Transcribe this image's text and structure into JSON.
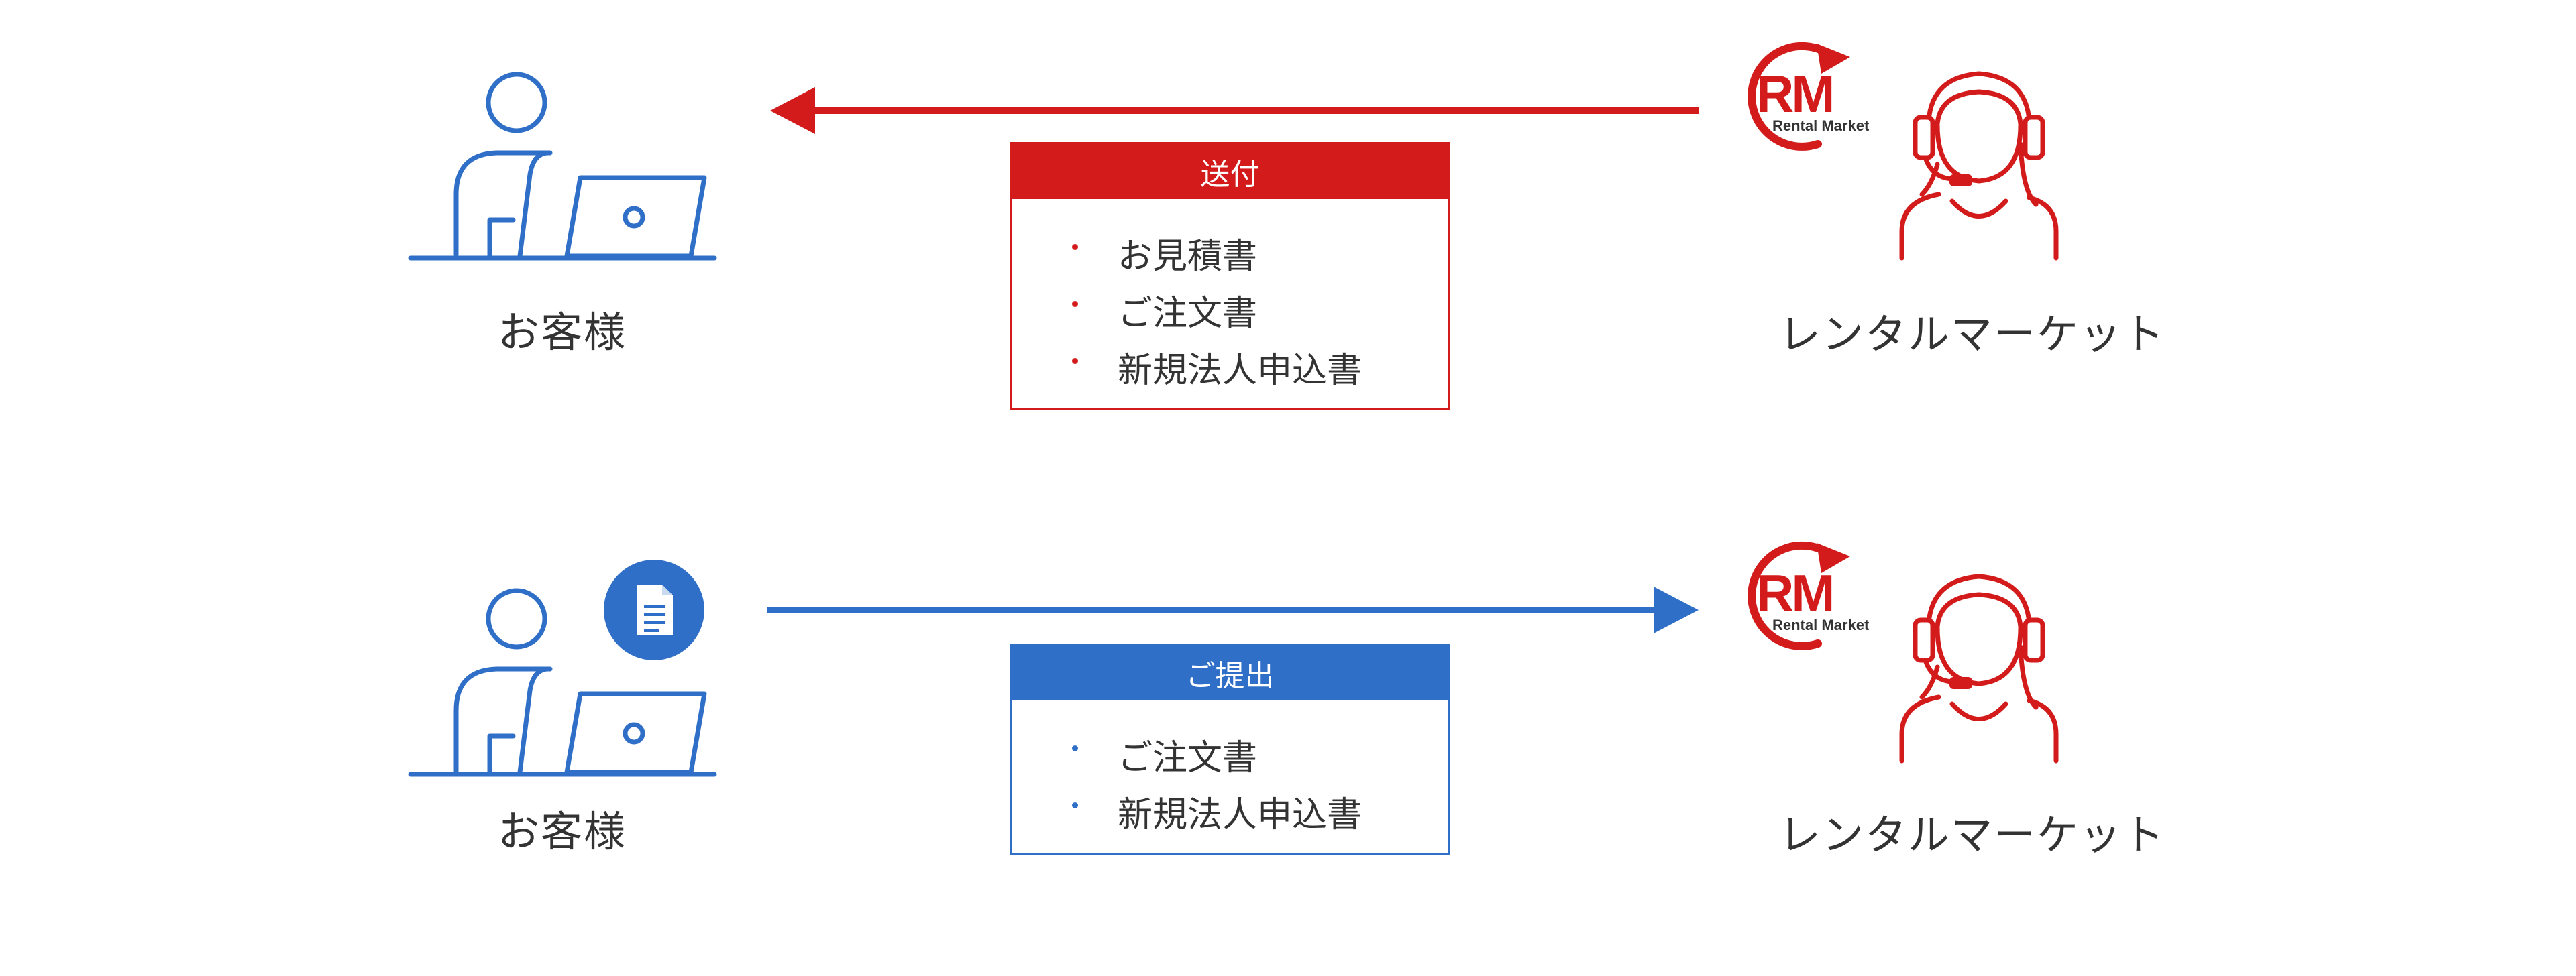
{
  "colors": {
    "red": "#d31b1b",
    "blue": "#2f6fc7",
    "text": "#333333"
  },
  "send": {
    "direction": "right-to-left",
    "header": "送付",
    "items": [
      "お見積書",
      "ご注文書",
      "新規法人申込書"
    ],
    "from_label": "レンタルマーケット",
    "to_label": "お客様"
  },
  "submit": {
    "direction": "left-to-right",
    "header": "ご提出",
    "items": [
      "ご注文書",
      "新規法人申込書"
    ],
    "from_label": "お客様",
    "to_label": "レンタルマーケット"
  },
  "logo": {
    "letters": "RM",
    "text": "Rental Market"
  },
  "icons": {
    "customer": "person-laptop-icon",
    "operator": "headset-operator-icon",
    "document": "document-icon"
  }
}
